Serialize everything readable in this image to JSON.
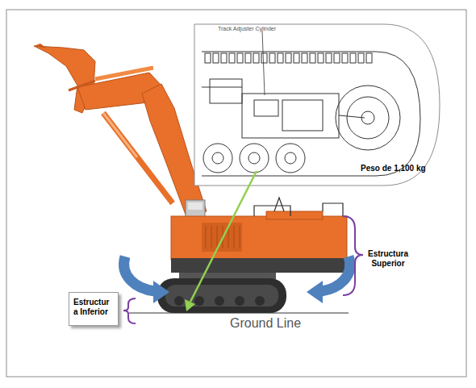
{
  "diagram": {
    "nodes": [
      {
        "text": [
          "Track Adjuster Cylinder"
        ]
      },
      {
        "text": [
          "Estructur a Inferior"
        ]
      }
    ],
    "labels": [
      "Peso de 1,100 kg",
      "Estructura Superior",
      "Ground Line"
    ]
  }
}
